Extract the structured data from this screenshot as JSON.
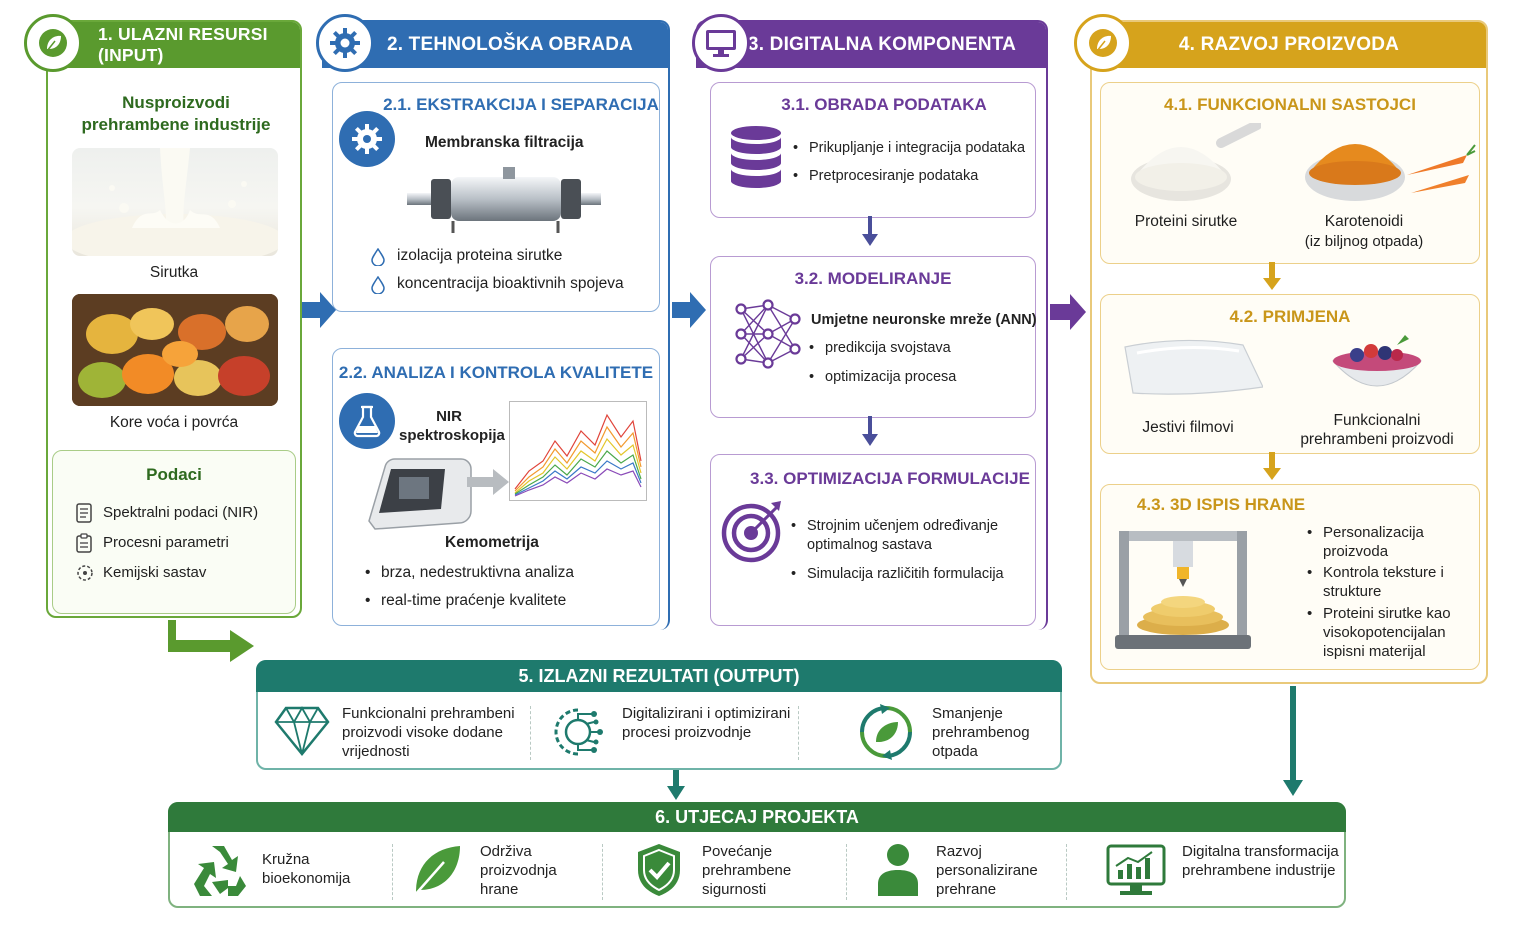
{
  "col1": {
    "header": "1. ULAZNI RESURSI (INPUT)",
    "subtitle": "Nusproizvodi prehrambene industrije",
    "img1_label": "Sirutka",
    "img2_label": "Kore voća i povrća",
    "data_title": "Podaci",
    "data_items": [
      "Spektralni podaci (NIR)",
      "Procesni parametri",
      "Kemijski sastav"
    ]
  },
  "col2": {
    "header": "2. TEHNOLOŠKA OBRADA",
    "card1": {
      "title": "2.1. EKSTRAKCIJA I SEPARACIJA",
      "subtitle": "Membranska filtracija",
      "items": [
        "izolacija proteina sirutke",
        "koncentracija bioaktivnih spojeva"
      ]
    },
    "card2": {
      "title": "2.2. ANALIZA I KONTROLA KVALITETE",
      "nir_label": "NIR spektroskopija",
      "chemo_label": "Kemometrija",
      "items": [
        "brza, nedestruktivna analiza",
        "real-time praćenje kvalitete"
      ]
    }
  },
  "col3": {
    "header": "3. DIGITALNA KOMPONENTA",
    "card1": {
      "title": "3.1. OBRADA PODATAKA",
      "items": [
        "Prikupljanje i integracija podataka",
        "Pretprocesiranje podataka"
      ]
    },
    "card2": {
      "title": "3.2. MODELIRANJE",
      "subtitle": "Umjetne neuronske mreže (ANN)",
      "items": [
        "predikcija svojstava",
        "optimizacija procesa"
      ]
    },
    "card3": {
      "title": "3.3. OPTIMIZACIJA FORMULACIJE",
      "items": [
        "Strojnim učenjem određivanje optimalnog sastava",
        "Simulacija različitih formulacija"
      ]
    }
  },
  "col4": {
    "header": "4. RAZVOJ PROIZVODA",
    "card1": {
      "title": "4.1. FUNKCIONALNI SASTOJCI",
      "label_a": "Proteini sirutke",
      "label_b1": "Karotenoidi",
      "label_b2": "(iz biljnog otpada)"
    },
    "card2": {
      "title": "4.2. PRIMJENA",
      "label_a": "Jestivi filmovi",
      "label_b": "Funkcionalni prehrambeni proizvodi"
    },
    "card3": {
      "title": "4.3. 3D ISPIS HRANE",
      "items": [
        "Personalizacija proizvoda",
        "Kontrola teksture i strukture",
        "Proteini sirutke kao visokopotencijalan ispisni materijal"
      ]
    }
  },
  "output": {
    "header": "5. IZLAZNI REZULTATI (OUTPUT)",
    "items": [
      {
        "icon": "diamond-icon",
        "text": "Funkcionalni prehrambeni proizvodi visoke dodane vrijednosti"
      },
      {
        "icon": "circuit-gear-icon",
        "text": "Digitalizirani i optimizirani procesi proizvodnje"
      },
      {
        "icon": "recycle-leaf-icon",
        "text": "Smanjenje prehrambenog otpada"
      }
    ]
  },
  "impact": {
    "header": "6. UTJECAJ PROJEKTA",
    "items": [
      {
        "icon": "recycle-icon",
        "text": "Kružna bioekonomija"
      },
      {
        "icon": "leaf-icon",
        "text": "Održiva proizvodnja hrane"
      },
      {
        "icon": "shield-check-icon",
        "text": "Povećanje prehrambene sigurnosti"
      },
      {
        "icon": "person-icon",
        "text": "Razvoj personalizirane prehrane"
      },
      {
        "icon": "monitor-chart-icon",
        "text": "Digitalna transformacija prehrambene industrije"
      }
    ]
  },
  "colors": {
    "green": "#5a9a2e",
    "blue": "#2f6db2",
    "purple": "#6a3a98",
    "gold": "#d6a31c",
    "teal": "#1e7a6d",
    "dark_green": "#2f7a3b"
  }
}
